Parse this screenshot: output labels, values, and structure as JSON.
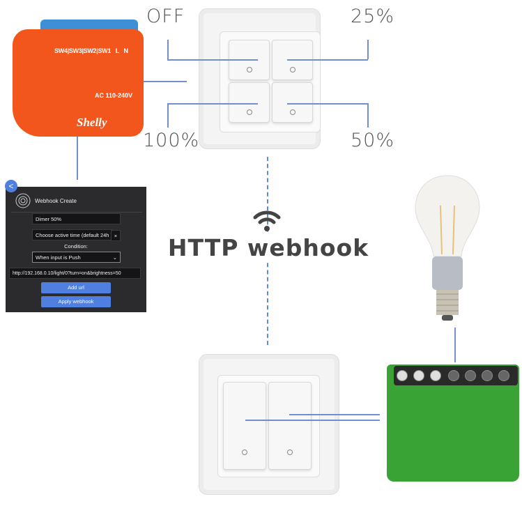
{
  "labels": {
    "off": "OFF",
    "p25": "25%",
    "p100": "100%",
    "p50": "50%"
  },
  "center": {
    "title": "HTTP webhook",
    "icon": "wifi-icon"
  },
  "orange_device": {
    "brand": "Shelly",
    "voltage": "AC 110-240V",
    "terminals": [
      "SW4",
      "SW3",
      "SW2",
      "SW1",
      "L",
      "N"
    ]
  },
  "webhook_panel": {
    "title": "Webhook Create",
    "name_value": "Dimer 50%",
    "active_time_label": "Choose active time (default 24h )",
    "clear_label": "×",
    "condition_label": "Condition:",
    "condition_value": "When input is Push",
    "url_value": "http://192.168.0.10/light/0?turn=on&brightness=50",
    "add_url_label": "Add url",
    "apply_label": "Apply webhook",
    "back_label": "<"
  },
  "colors": {
    "connector": "#6f8fcf",
    "orange": "#f2561d",
    "green": "#3aa335",
    "panel": "#2b2b2e",
    "accent": "#4f7fe0"
  }
}
